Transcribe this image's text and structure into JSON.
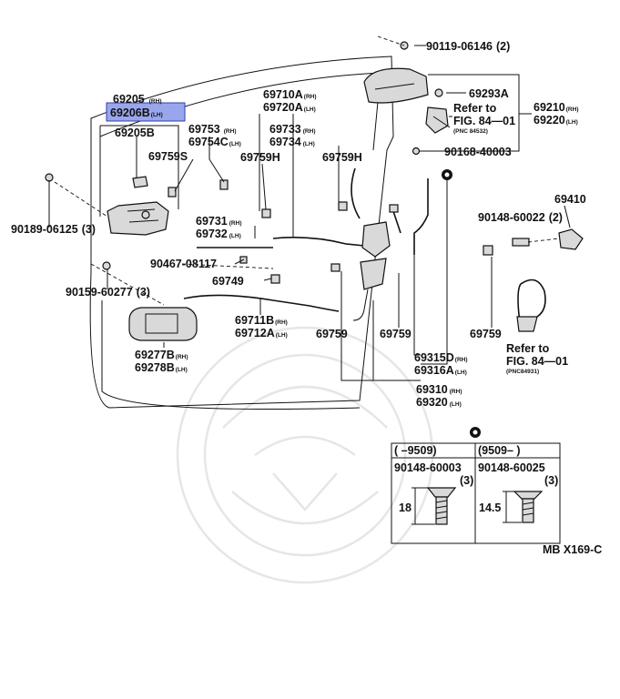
{
  "labels": {
    "p69205": "69205",
    "p69205_suffix": "(RH)",
    "p69206B": "69206B",
    "p69206B_suffix": "(LH)",
    "p69205B": "69205B",
    "p69759S": "69759S",
    "p69753": "69753",
    "p69753_suffix": "(RH)",
    "p69754C": "69754C",
    "p69754C_suffix": "(LH)",
    "p69710A": "69710A",
    "p69710A_suffix": "(RH)",
    "p69720A": "69720A",
    "p69720A_suffix": "(LH)",
    "p69733": "69733",
    "p69733_suffix": "(RH)",
    "p69734": "69734",
    "p69734_suffix": "(LH)",
    "p69759H_a": "69759H",
    "p69759H_b": "69759H",
    "p90119": "90119-06146",
    "p90119_qty": "(2)",
    "p69293A": "69293A",
    "refer1": "Refer to",
    "refer1_fig": "FIG. 84—01",
    "refer1_pnc": "(PNC 84532)",
    "p69210": "69210",
    "p69210_suffix": "(RH)",
    "p69220": "69220",
    "p69220_suffix": "(LH)",
    "p90168": "90168-40003",
    "p90189": "90189-06125",
    "p90189_qty": "(3)",
    "p69731": "69731",
    "p69731_suffix": "(RH)",
    "p69732": "69732",
    "p69732_suffix": "(LH)",
    "p90467": "90467-08117",
    "p90159": "90159-60277",
    "p90159_qty": "(3)",
    "p69749": "69749",
    "p69711B": "69711B",
    "p69711B_suffix": "(RH)",
    "p69712A": "69712A",
    "p69712A_suffix": "(LH)",
    "p69277B": "69277B",
    "p69277B_suffix": "(RH)",
    "p69278B": "69278B",
    "p69278B_suffix": "(LH)",
    "p69759_a": "69759",
    "p69759_b": "69759",
    "p69759_c": "69759",
    "p69315D": "69315D",
    "p69315D_suffix": "(RH)",
    "p69316A": "69316A",
    "p69316A_suffix": "(LH)",
    "p69310": "69310",
    "p69310_suffix": "(RH)",
    "p69320": "69320",
    "p69320_suffix": "(LH)",
    "p90148_top": "90148-60022",
    "p90148_top_qty": "(2)",
    "p69410": "69410",
    "refer2": "Refer to",
    "refer2_fig": "FIG. 84—01",
    "refer2_pnc": "(PNC84931)"
  },
  "inset": {
    "col1_header": "(     –9509)",
    "col2_header": "(9509–       )",
    "col1_part": "90148-60003",
    "col1_qty": "(3)",
    "col2_part": "90148-60025",
    "col2_qty": "(3)",
    "col1_length": "18",
    "col2_length": "14.5"
  },
  "footer_code": "MB X169-C",
  "highlight": {
    "part": "69206B",
    "fill_color": "#9aa6ec",
    "border_color": "#2f3fb0"
  }
}
